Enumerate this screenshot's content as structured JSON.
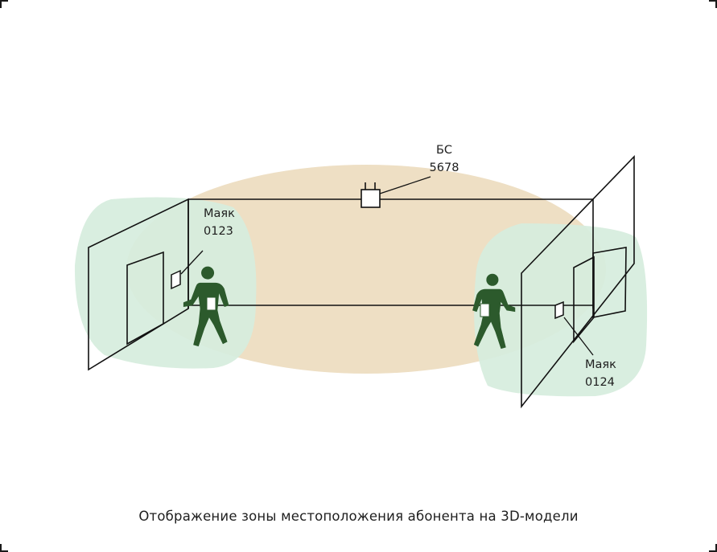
{
  "caption": "Отображение зоны местоположения абонента на 3D-модели",
  "base_station": {
    "line1": "БС",
    "line2": "5678"
  },
  "beacon_left": {
    "line1": "Маяк",
    "line2": "0123"
  },
  "beacon_right": {
    "line1": "Маяк",
    "line2": "0124"
  },
  "colors": {
    "zone_main": "#eedfc4",
    "zone_beacon": "#d6eddd",
    "person": "#2c5a2c",
    "lines": "#111111"
  },
  "icons": [
    "base-station-icon",
    "beacon-icon",
    "person-icon",
    "door-icon"
  ]
}
